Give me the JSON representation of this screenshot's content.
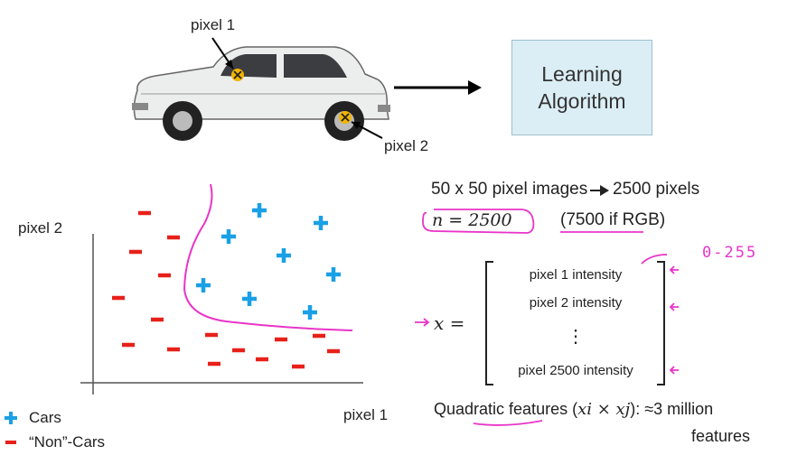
{
  "car": {
    "pixel1_label": "pixel 1",
    "pixel2_label": "pixel 2"
  },
  "algorithm_box": {
    "line1": "Learning",
    "line2": "Algorithm"
  },
  "plot": {
    "ylabel": "pixel 2",
    "xlabel": "pixel 1",
    "legend": [
      {
        "symbol": "+",
        "label": "Cars",
        "color": "#1aa0e6"
      },
      {
        "symbol": "−",
        "label": "“Non”-Cars",
        "color": "#e8201a"
      }
    ]
  },
  "chart_data": {
    "type": "scatter",
    "series": [
      {
        "name": "Cars",
        "marker": "plus",
        "color": "#1aa0e6",
        "points": [
          [
            287,
            233
          ],
          [
            355,
            247
          ],
          [
            253,
            262
          ],
          [
            314,
            283
          ],
          [
            369,
            304
          ],
          [
            225,
            316
          ],
          [
            276,
            331
          ],
          [
            343,
            346
          ]
        ]
      },
      {
        "name": "“Non”-Cars",
        "marker": "minus",
        "color": "#e8201a",
        "points": [
          [
            160,
            236
          ],
          [
            192,
            263
          ],
          [
            150,
            279
          ],
          [
            182,
            305
          ],
          [
            131,
            330
          ],
          [
            174,
            354
          ],
          [
            234,
            371
          ],
          [
            311,
            376
          ],
          [
            353,
            372
          ],
          [
            142,
            382
          ],
          [
            192,
            387
          ],
          [
            264,
            388
          ],
          [
            369,
            389
          ],
          [
            237,
            403
          ],
          [
            290,
            398
          ],
          [
            330,
            406
          ]
        ]
      }
    ],
    "boundary_color": "#e934c8"
  },
  "text": {
    "image_line": "50 x 50 pixel images",
    "arrow_text": "2500 pixels",
    "n_eq": "n = 2500",
    "rgb_note": "(7500 if RGB)",
    "x_eq": "x =",
    "rows": [
      "pixel 1 intensity",
      "pixel 2 intensity",
      "⋮",
      "pixel 2500 intensity"
    ],
    "range_note": "0-255",
    "quad_prefix": "Quadratic features (",
    "quad_math": "xi × xj",
    "quad_suffix": "): ≈3 million",
    "quad_line2": "features"
  }
}
